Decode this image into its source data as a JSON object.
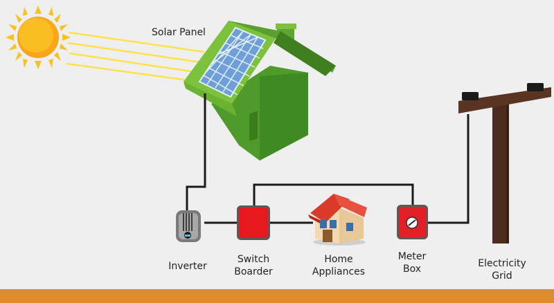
{
  "labels": {
    "solar_panel": "Solar Panel",
    "inverter": "Inverter",
    "switch_boarder": [
      "Switch",
      "Boarder"
    ],
    "home_appliances": [
      "Home",
      "Appliances"
    ],
    "meter_box": [
      "Meter",
      "Box"
    ],
    "electricity_grid": [
      "Electricity",
      "Grid"
    ]
  },
  "colors": {
    "background": "#efefef",
    "sun": "#f7b718",
    "sun_rays": "#ffe85a",
    "house_green": "#5da631",
    "house_green_light": "#8cc63f",
    "solar_cell": "#6f9fd8",
    "wire": "#1a1a1a",
    "switch_red": "#e8191c",
    "meter_red": "#e02025",
    "pole_brown": "#4a2c1d",
    "bottom_bar": "#e08a2e"
  }
}
